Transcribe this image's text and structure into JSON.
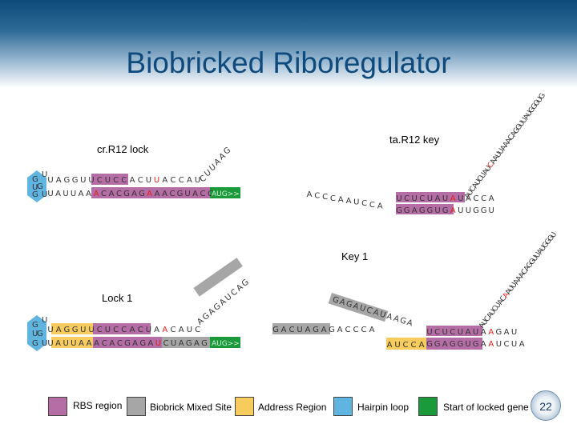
{
  "slide": {
    "title": "Biobricked Riboregulator",
    "page_number": "22"
  },
  "labels": {
    "lock_top": "cr.R12 lock",
    "key_top": "ta.R12 key",
    "key_bottom": "Key 1",
    "lock_bottom": "Lock 1"
  },
  "colors": {
    "rbs": "#b56da6",
    "biobrick": "#a6a6a6",
    "address": "#f6cc5e",
    "hairpin": "#5fb4e0",
    "start": "#1a9a3a",
    "highlight": "#e0201b"
  },
  "sequences": {
    "lock_top_upper": [
      "U",
      "A",
      "G",
      "G",
      "U",
      "U",
      "C",
      "U",
      "C",
      "C",
      "A",
      "C",
      "U",
      "U",
      "A",
      "C",
      "C",
      "A",
      "U"
    ],
    "lock_top_lower": [
      "U",
      "A",
      "U",
      "U",
      "A",
      "A",
      "A",
      "C",
      "A",
      "C",
      "G",
      "A",
      "G",
      "A",
      "A",
      "A",
      "C",
      "G",
      "U",
      "A",
      "C",
      "C"
    ],
    "lock_top_loop": [
      "G",
      "U",
      "G",
      "U",
      "G",
      "U"
    ],
    "lock_top_tail": [
      "C",
      "U",
      "U",
      "A",
      "A",
      "G"
    ],
    "key_top_upper": [
      "U",
      "C",
      "U",
      "C",
      "U",
      "A",
      "U",
      "A",
      "U",
      "A",
      "C",
      "C",
      "A"
    ],
    "key_top_lower": [
      "G",
      "G",
      "A",
      "G",
      "G",
      "U",
      "G",
      "A",
      "U",
      "U",
      "G",
      "G",
      "U"
    ],
    "key_top_left": [
      "A",
      "C",
      "C",
      "C",
      "A",
      "A",
      "U",
      "C",
      "C",
      "A"
    ],
    "key_top_arm": [
      "A",
      "U",
      "C",
      "A",
      "U",
      "C",
      "U",
      "A",
      "U",
      "C",
      "A",
      "A",
      "U",
      "U",
      "A",
      "A",
      "A",
      "C",
      "A",
      "G",
      "G",
      "U",
      "U",
      "A",
      "U",
      "G",
      "G",
      "G",
      "U",
      "G"
    ],
    "lock_bottom_upper": [
      "U",
      "A",
      "G",
      "G",
      "U",
      "U",
      "C",
      "U",
      "C",
      "C",
      "A",
      "C",
      "U",
      "A",
      "A",
      "C",
      "A",
      "U",
      "C"
    ],
    "lock_bottom_lower": [
      "U",
      "A",
      "U",
      "U",
      "A",
      "A",
      "A",
      "C",
      "A",
      "C",
      "G",
      "A",
      "G",
      "A",
      "U",
      "C",
      "U",
      "A",
      "G",
      "A",
      "G"
    ],
    "lock_bottom_loop": [
      "G",
      "U",
      "G",
      "U",
      "G",
      "U"
    ],
    "lock_bottom_tail": [
      "A",
      "G",
      "A",
      "G",
      "A",
      "U",
      "C",
      "A",
      "G"
    ],
    "key_bottom_left": [
      "G",
      "A",
      "C",
      "U",
      "A",
      "G",
      "A",
      "G",
      "A",
      "C",
      "C",
      "C",
      "A"
    ],
    "key_bottom_addr": [
      "A",
      "U",
      "C",
      "C",
      "A"
    ],
    "key_bottom_upper": [
      "U",
      "C",
      "U",
      "C",
      "U",
      "A",
      "U",
      "A",
      "A",
      "G",
      "A",
      "U"
    ],
    "key_bottom_lower": [
      "G",
      "G",
      "A",
      "G",
      "G",
      "U",
      "G",
      "A",
      "A",
      "U",
      "C",
      "U",
      "A"
    ],
    "key_bottom_stem": [
      "G",
      "A",
      "G",
      "A",
      "U",
      "C",
      "A",
      "U",
      "A",
      "A",
      "G",
      "A"
    ],
    "key_bottom_arm": [
      "A",
      "U",
      "C",
      "A",
      "U",
      "C",
      "U",
      "A",
      "C",
      "A",
      "A",
      "U",
      "U",
      "A",
      "A",
      "A",
      "C",
      "A",
      "G",
      "G",
      "U",
      "U",
      "A",
      "U",
      "G",
      "G",
      "G",
      "U"
    ],
    "start_code": "AUG>>"
  },
  "legend": [
    {
      "label": "RBS region",
      "color": "#b56da6"
    },
    {
      "label": "Biobrick Mixed Site",
      "color": "#a6a6a6"
    },
    {
      "label": "Address Region",
      "color": "#f6cc5e"
    },
    {
      "label": "Hairpin loop",
      "color": "#5fb4e0"
    },
    {
      "label": "Start of locked gene",
      "color": "#1a9a3a"
    }
  ]
}
